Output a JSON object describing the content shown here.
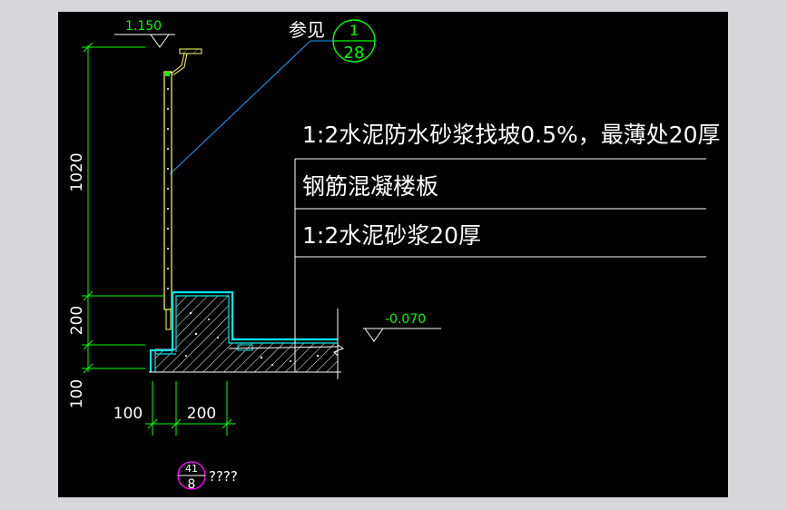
{
  "drawing": {
    "level_top": "1.150",
    "level_bottom": "-0.070",
    "ref_prefix": "参见",
    "ref_top": "1",
    "ref_bottom": "28",
    "callouts": [
      "1:2水泥防水砂浆找坡0.5%，最薄处20厚",
      "钢筋混凝楼板",
      "1:2水泥砂浆20厚"
    ],
    "dims_vertical": [
      "1020",
      "200",
      "100"
    ],
    "dims_horizontal": [
      "100",
      "200"
    ],
    "detail_top": "41",
    "detail_bottom": "8",
    "detail_note": "????"
  },
  "colors": {
    "background": "#000000",
    "frame": "#d6d8dc",
    "text": "#ffffff",
    "dimension": "#00ff00",
    "wall": "#00e5e5",
    "railing": "#ffff66",
    "leader": "#1aa0ff",
    "detail_circle": "#ff00ff"
  }
}
